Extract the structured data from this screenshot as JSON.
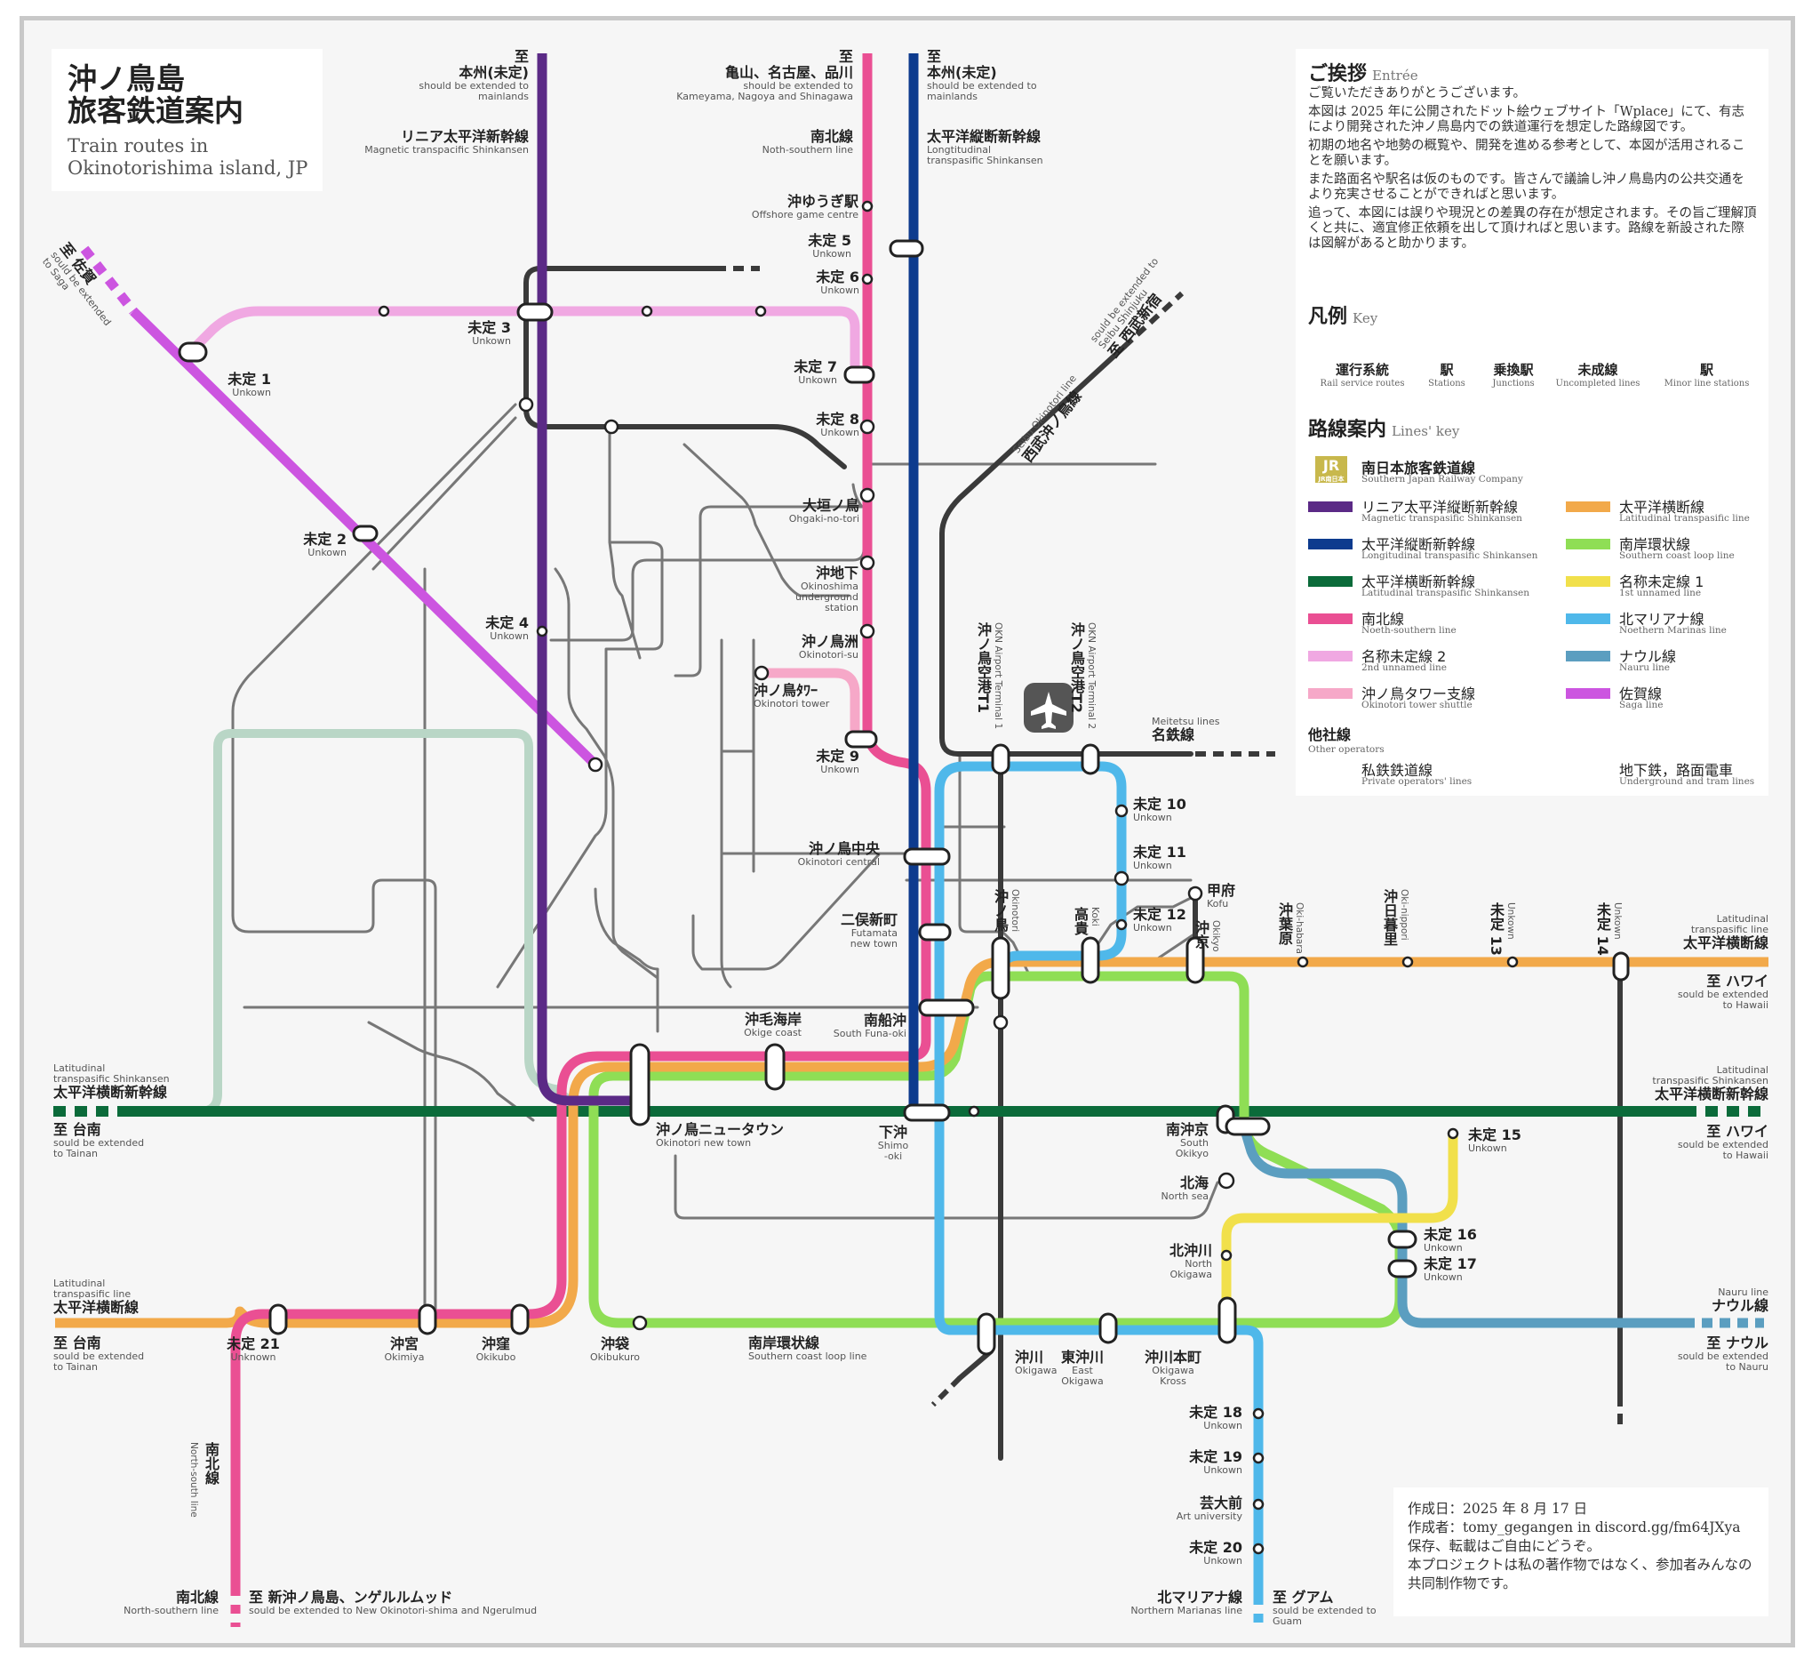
{
  "title": {
    "jp": "沖ノ鳥島\n旅客鉄道案内",
    "en": "Train routes in\nOkinotorishima island, JP"
  },
  "greeting": {
    "heading": "ご挨拶",
    "heading_en": "Entrée",
    "paragraphs": [
      "ご覧いただきありがとうございます。",
      "本図は 2025 年に公開されたドット絵ウェブサイト「Wplace」にて、有志により開発された沖ノ鳥島内での鉄道運行を想定した路線図です。",
      "初期の地名や地勢の概覧や、開発を進める参考として、本図が活用されることを願います。",
      "また路面名や駅名は仮のものです。皆さんで議論し沖ノ鳥島内の公共交通をより充実させることができればと思います。",
      "追って、本図には誤りや現況との差異の存在が想定されます。その旨ご理解頂くと共に、適宜修正依頼を出して頂ければと思います。路線を新設された際は図解があると助かります。"
    ]
  },
  "key": {
    "heading": "凡例",
    "heading_en": "Key",
    "items": [
      {
        "jp": "運行系統",
        "en": "Rail service routes"
      },
      {
        "jp": "駅",
        "en": "Stations"
      },
      {
        "jp": "乗換駅",
        "en": "Junctions"
      },
      {
        "jp": "未成線",
        "en": "Uncompleted lines"
      },
      {
        "jp": "駅",
        "en": "Minor line stations"
      }
    ]
  },
  "lines_key": {
    "heading": "路線案内",
    "heading_en": "Lines' key",
    "company": {
      "jp": "南日本旅客鉄道線",
      "en": "Southern Japan Railway Company",
      "logo": "JR",
      "logo_sub": "JR南日本"
    },
    "left": [
      {
        "jp": "リニア太平洋縦断新幹線",
        "en": "Magnetic transpasific Shinkansen",
        "color": "#5b2a86"
      },
      {
        "jp": "太平洋縦断新幹線",
        "en": "Longitudinal transpasific Shinkansen",
        "color": "#0d3b8e"
      },
      {
        "jp": "太平洋横断新幹線",
        "en": "Latitudinal transpasific Shinkansen",
        "color": "#0b6b3a"
      },
      {
        "jp": "南北線",
        "en": "Noeth-southern line",
        "color": "#ea4f93"
      },
      {
        "jp": "名称未定線 2",
        "en": "2nd unnamed line",
        "color": "#f0a8e2"
      },
      {
        "jp": "沖ノ鳥タワー支線",
        "en": "Okinotori tower shuttle",
        "color": "#f6a8c8"
      }
    ],
    "right": [
      {
        "jp": "太平洋横断線",
        "en": "Latitudinal transpasific line",
        "color": "#f2a94a"
      },
      {
        "jp": "南岸環状線",
        "en": "Southern coast loop line",
        "color": "#8fde55"
      },
      {
        "jp": "名称未定線 1",
        "en": "1st unnamed line",
        "color": "#f1e04b"
      },
      {
        "jp": "北マリアナ線",
        "en": "Noethern Marinas line",
        "color": "#4fb8ea"
      },
      {
        "jp": "ナウル線",
        "en": "Nauru line",
        "color": "#5b9ec0"
      },
      {
        "jp": "佐賀線",
        "en": "Saga line",
        "color": "#cc55e0"
      }
    ],
    "others_heading": {
      "jp": "他社線",
      "en": "Other operators"
    },
    "private": {
      "jp": "私鉄鉄道線",
      "en": "Private operators' lines"
    },
    "subway": {
      "jp": "地下鉄，路面電車",
      "en": "Underground and tram lines"
    }
  },
  "credit": [
    "作成日：2025 年 8 月 17 日",
    "作成者：tomy_gegangen in discord.gg/fm64JXya",
    "保存、転載はご自由にどうぞ。",
    "本プロジェクトは私の著作物ではなく、参加者みんなの共同制作物です。"
  ],
  "colors": {
    "maglev": "#5b2a86",
    "long": "#0d3b8e",
    "lat_shin": "#0b6b3a",
    "ns": "#ea4f93",
    "un2": "#f0a8e2",
    "tower": "#f6a8c8",
    "lat": "#f2a94a",
    "loop": "#8fde55",
    "un1": "#f1e04b",
    "nm": "#4fb8ea",
    "nauru": "#5b9ec0",
    "saga": "#cc55e0",
    "dark": "#3a3a3a",
    "grey": "#707070",
    "mint": "#b9d6c6",
    "key_olive": "#c8b84c"
  },
  "termini": {
    "maglev": {
      "to": "至",
      "jp": "本州(未定)",
      "en": "should be extended to\nmainlands",
      "line": "リニア太平洋新幹線",
      "line_en": "Magnetic transpacific Shinkansen"
    },
    "ns_top": {
      "to": "至",
      "jp": "亀山、名古屋、品川",
      "en": "should be extended to\nKameyama, Nagoya and Shinagawa",
      "line": "南北線",
      "line_en": "Noth-southern line"
    },
    "long_top": {
      "to": "至",
      "jp": "本州(未定)",
      "en": "should be extended to\nmainlands",
      "line": "太平洋縦断新幹線",
      "line_en": "Longtitudinal\ntranspasific Shinkansen"
    },
    "saga": {
      "jp": "至 佐賀",
      "en": "sould be extended\nto Saga"
    },
    "seibu": {
      "jp": "至 西武新宿",
      "en": "sould be extended to\nSeibu Shinjuku",
      "line": "西武沖ノ鳥線",
      "line_en": "Seibu Okinotori line"
    },
    "meitetsu": {
      "jp": "名鉄線",
      "en": "Meitetsu lines"
    },
    "lat_east": {
      "jp": "太平洋横断線",
      "en": "Latitudinal\ntranspasific line",
      "to": "至 ハワイ",
      "to_en": "sould be extended\nto Hawaii"
    },
    "shin_east": {
      "jp": "太平洋横断新幹線",
      "en": "Latitudinal\ntranspasific Shinkansen",
      "to": "至 ハワイ",
      "to_en": "sould be extended\nto Hawaii"
    },
    "shin_west": {
      "jp": "太平洋横断新幹線",
      "en": "Latitudinal\ntranspasific Shinkansen",
      "to": "至 台南",
      "to_en": "sould be extended\nto Tainan"
    },
    "lat_west": {
      "jp": "太平洋横断線",
      "en": "Latitudinal\ntranspasific line",
      "to": "至 台南",
      "to_en": "sould be extended\nto Tainan"
    },
    "nauru": {
      "jp": "ナウル線",
      "en": "Nauru line",
      "to": "至 ナウル",
      "to_en": "sould be extended\nto Nauru"
    },
    "ns_bottom": {
      "jp": "南北線",
      "en": "North-southern line",
      "to": "至 新沖ノ鳥島、ンゲルルムッド",
      "to_en": "sould be extended to New Okinotori-shima and Ngerulmud",
      "vertical": "南北線",
      "vertical_en": "North-south line"
    },
    "nm_bottom": {
      "jp": "北マリアナ線",
      "en": "Northern Marianas line",
      "to": "至 グアム",
      "to_en": "sould be extended to\nGuam"
    },
    "loop_label": {
      "jp": "南岸環状線",
      "en": "Southern coast loop line"
    }
  },
  "stations": {
    "s1": {
      "jp": "未定 1",
      "en": "Unkown"
    },
    "s2": {
      "jp": "未定 2",
      "en": "Unkown"
    },
    "s3": {
      "jp": "未定 3",
      "en": "Unkown"
    },
    "s4": {
      "jp": "未定 4",
      "en": "Unkown"
    },
    "s5": {
      "jp": "未定 5",
      "en": "Unkown"
    },
    "s6": {
      "jp": "未定 6",
      "en": "Unkown"
    },
    "s7": {
      "jp": "未定 7",
      "en": "Unkown"
    },
    "s8": {
      "jp": "未定 8",
      "en": "Unkown"
    },
    "s9": {
      "jp": "未定 9",
      "en": "Unkown"
    },
    "s10": {
      "jp": "未定 10",
      "en": "Unkown"
    },
    "s11": {
      "jp": "未定 11",
      "en": "Unkown"
    },
    "s12": {
      "jp": "未定 12",
      "en": "Unkown"
    },
    "s13": {
      "jp": "未定 13",
      "en": "Unkown"
    },
    "s14": {
      "jp": "未定 14",
      "en": "Unkown"
    },
    "s15": {
      "jp": "未定 15",
      "en": "Unkown"
    },
    "s16": {
      "jp": "未定 16",
      "en": "Unkown"
    },
    "s17": {
      "jp": "未定 17",
      "en": "Unkown"
    },
    "s18": {
      "jp": "未定 18",
      "en": "Unkown"
    },
    "s19": {
      "jp": "未定 19",
      "en": "Unkown"
    },
    "s20": {
      "jp": "未定 20",
      "en": "Unkown"
    },
    "s21": {
      "jp": "未定 21",
      "en": "Unknown"
    },
    "game": {
      "jp": "沖ゆうぎ駅",
      "en": "Offshore game centre"
    },
    "ogaki": {
      "jp": "大垣ノ鳥",
      "en": "Ohgaki-no-tori"
    },
    "chika": {
      "jp": "沖地下",
      "en": "Okinoshima\nunderground\nstation"
    },
    "su": {
      "jp": "沖ノ鳥洲",
      "en": "Okinotori-su"
    },
    "tower": {
      "jp": "沖ノ鳥ﾀﾜｰ",
      "en": "Okinotori tower"
    },
    "central": {
      "jp": "沖ノ鳥中央",
      "en": "Okinotori central"
    },
    "futamata": {
      "jp": "二俣新町",
      "en": "Futamata\nnew town"
    },
    "funa": {
      "jp": "南船沖",
      "en": "South Funa-oki"
    },
    "kego": {
      "jp": "沖毛海岸",
      "en": "Okige coast"
    },
    "newtown": {
      "jp": "沖ノ鳥ニュータウン",
      "en": "Okinotori new town"
    },
    "shimo": {
      "jp": "下沖",
      "en": "Shimo\n-oki"
    },
    "t1": {
      "jp": "沖ノ鳥空港T1",
      "en": "OKN Airport Terminal 1"
    },
    "t2": {
      "jp": "沖ノ鳥空港T2",
      "en": "OKN Airport Terminal 2"
    },
    "kofu": {
      "jp": "甲府",
      "en": "Kofu"
    },
    "okinotori": {
      "jp": "沖ノ鳥",
      "en": "Okinotori"
    },
    "koki": {
      "jp": "高貴",
      "en": "Koki"
    },
    "okikyo": {
      "jp": "沖京",
      "en": "Okikyo"
    },
    "habara": {
      "jp": "沖葉原",
      "en": "Oki-habara"
    },
    "nippori": {
      "jp": "沖日暮里",
      "en": "Oki-nippori"
    },
    "minami_okikyo": {
      "jp": "南沖京",
      "en": "South\nOkikyo"
    },
    "hokkai": {
      "jp": "北海",
      "en": "North sea"
    },
    "kita_okigawa": {
      "jp": "北沖川",
      "en": "North\nOkigawa"
    },
    "okigawa": {
      "jp": "沖川",
      "en": "Okigawa"
    },
    "higashi_okigawa": {
      "jp": "東沖川",
      "en": "East\nOkigawa"
    },
    "honmachi": {
      "jp": "沖川本町",
      "en": "Okigawa\nKross"
    },
    "geidai": {
      "jp": "芸大前",
      "en": "Art university"
    },
    "okimiya": {
      "jp": "沖宮",
      "en": "Okimiya"
    },
    "okikubo": {
      "jp": "沖窪",
      "en": "Okikubo"
    },
    "okibukuro": {
      "jp": "沖袋",
      "en": "Okibukuro"
    }
  }
}
